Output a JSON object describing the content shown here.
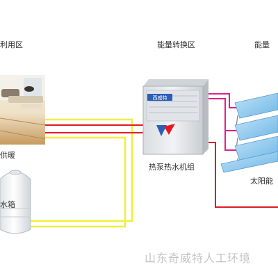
{
  "zones": {
    "use": "利用区",
    "conversion": "能量转换区",
    "collection": "能量"
  },
  "labels": {
    "heating": "供暖",
    "water_tank": "水箱",
    "heat_pump": "热泵热水机组",
    "solar": "太阳能"
  },
  "unit_brand": "西威特",
  "watermark": "山东奇威特人工环境",
  "colors": {
    "pipe_red": "#e01b24",
    "pipe_pink": "#e0208a",
    "pipe_yellow": "#f2ee3a",
    "unit_body": "#e8ebee",
    "brand_blue": "#2a5fb5"
  }
}
